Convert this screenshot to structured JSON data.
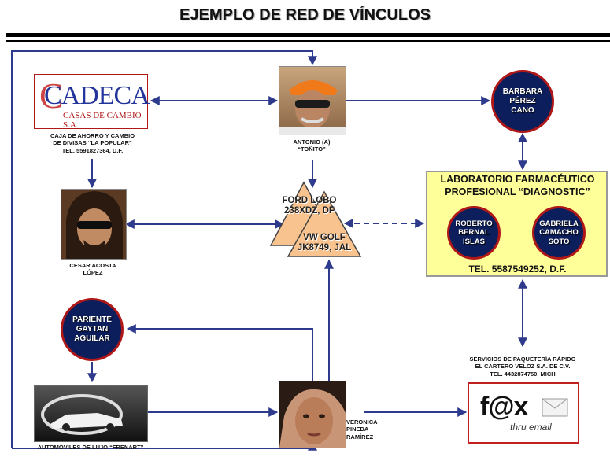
{
  "title": "EJEMPLO DE RED DE VÍNCULOS",
  "colors": {
    "connector": "#2e3a8c",
    "circle_fill": "#0c1f5c",
    "circle_border": "#b01818",
    "triangle_fill": "#f8c38f",
    "lab_fill": "#ffff99"
  },
  "nodes": {
    "cadeca": {
      "logo_big": "CADECA",
      "logo_small": "CASAS DE CAMBIO S.A.",
      "caption": "CAJA DE AHORRO Y CAMBIO\nDE DIVISAS “LA POPULAR”\nTEL. 5591827364, D.F."
    },
    "antonio": {
      "caption": "ANTONIO (A)\n“TOÑITO”"
    },
    "barbara": {
      "label": "BARBARA\nPÉREZ\nCANO"
    },
    "cesar": {
      "caption": "CESAR ACOSTA\nLÓPEZ"
    },
    "ford": {
      "label": "FORD LOBO\n238XDZ, DF"
    },
    "vw": {
      "label": "VW GOLF\nJK8749, JAL"
    },
    "lab": {
      "title": "LABORATORIO FARMACÉUTICO\nPROFESIONAL “DIAGNOSTIC”",
      "member1": "ROBERTO\nBERNAL\nISLAS",
      "member2": "GABRIELA\nCAMACHO\nSOTO",
      "tel": "TEL. 5587549252, D.F."
    },
    "pariente": {
      "label": "PARIENTE\nGAYTAN\nAGUILAR"
    },
    "autos": {
      "caption": "AUTOMÓVILES DE LUJO “FRENART”"
    },
    "veronica": {
      "caption": "VERONICA\nPINEDA\nRAMÍREZ"
    },
    "paqueteria": {
      "caption": "SERVICIOS DE PAQUETERÍA RÁPIDO\nEL CARTERO VELOZ S.A. DE C.V.\nTEL. 4432874750, MICH",
      "logo_big": "f@x",
      "logo_small": "thru email"
    }
  }
}
